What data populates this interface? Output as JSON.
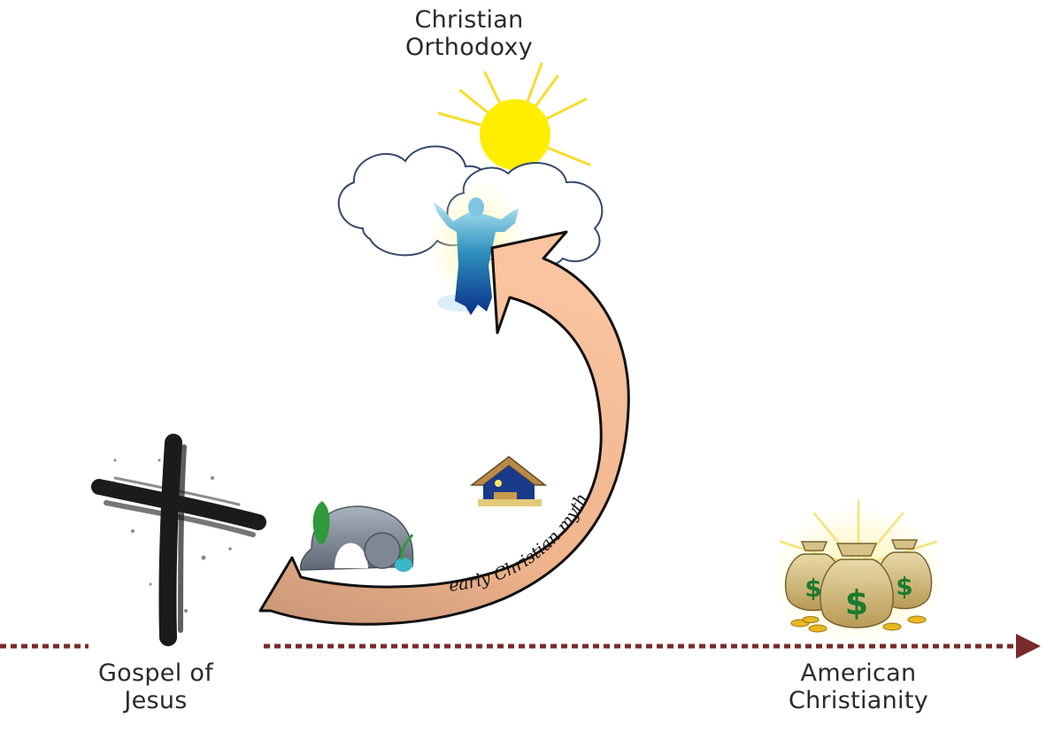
{
  "labels": {
    "top": {
      "line1": "Christian",
      "line2": "Orthodoxy"
    },
    "left": {
      "line1": "Gospel of",
      "line2": "Jesus"
    },
    "right": {
      "line1": "American",
      "line2": "Christianity"
    }
  },
  "arrow": {
    "text": "early Christian myth"
  },
  "icons": {
    "money_symbol": "$"
  },
  "colors": {
    "timeline": "#7a2a2a",
    "arrow_fill": "#f6bd94",
    "sun": "#ffee00",
    "cloud_stroke": "#34496b"
  }
}
